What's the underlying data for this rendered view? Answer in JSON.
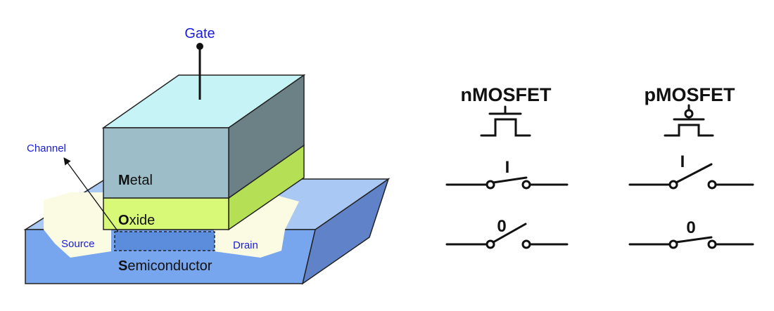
{
  "mosfet_structure": {
    "gate_label": "Gate",
    "channel_label": "Channel",
    "source_label": "Source",
    "drain_label": "Drain",
    "metal": {
      "initial": "M",
      "rest": "etal"
    },
    "oxide": {
      "initial": "O",
      "rest": "xide"
    },
    "semiconductor": {
      "initial": "S",
      "rest": "emiconductor"
    }
  },
  "switch_models": {
    "nmosfet": {
      "title": "nMOSFET",
      "input_one": "I",
      "input_zero": "0"
    },
    "pmosfet": {
      "title": "pMOSFET",
      "input_one": "I",
      "input_zero": "0"
    }
  },
  "colors": {
    "label_blue": "#1a1adc",
    "metal_front": "#9dbec8",
    "metal_top": "#c6f3f6",
    "metal_side": "#6b8186",
    "oxide_front": "#d8f878",
    "oxide_side": "#b5e055",
    "substrate_front": "#78a6ee",
    "substrate_top": "#a9c8f4",
    "substrate_side": "#5f82c8",
    "diffusion": "#fbfbe3",
    "channel": "#5b8ddc"
  }
}
